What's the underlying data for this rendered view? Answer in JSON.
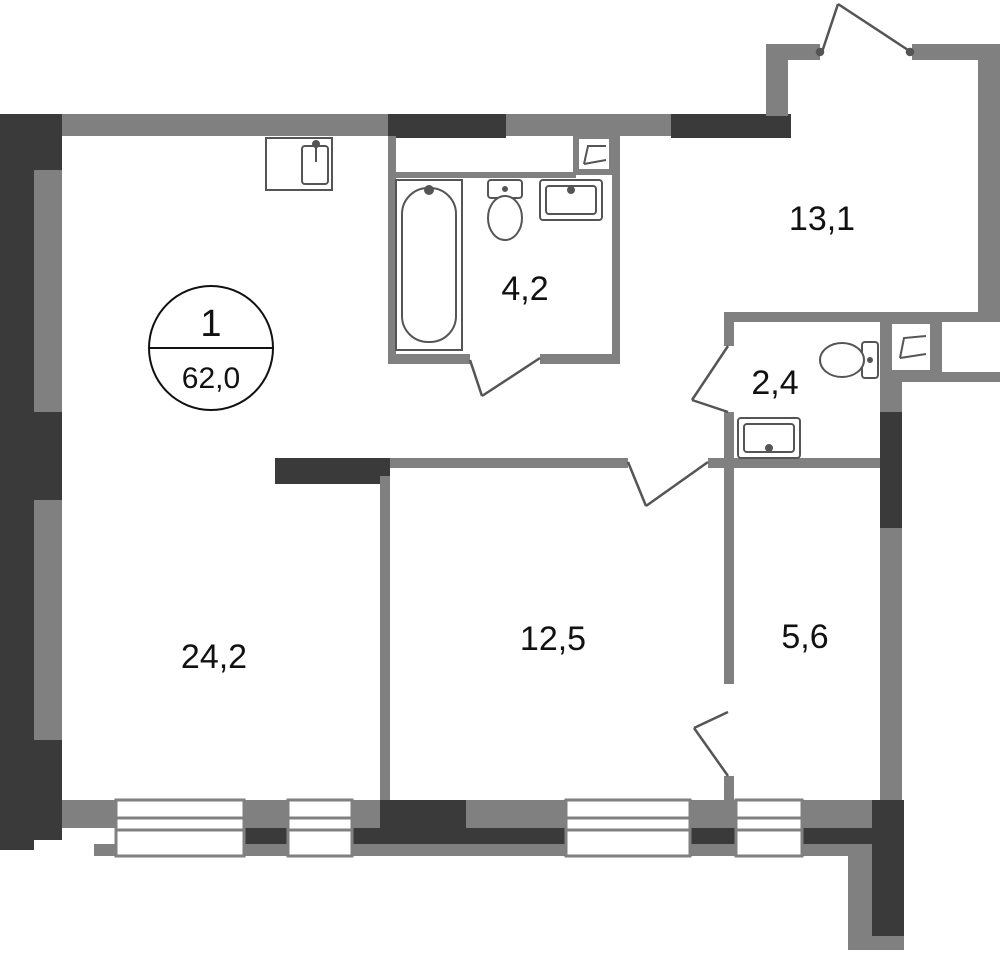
{
  "apartment": {
    "rooms_count": "1",
    "total_area": "62,0"
  },
  "rooms": {
    "living_room": "24,2",
    "bathroom": "4,2",
    "hallway": "13,1",
    "toilet": "2,4",
    "bedroom": "12,5",
    "storage": "5,6"
  },
  "colors": {
    "wall_dark": "#3a3a3a",
    "wall_light": "#808080",
    "fixture_line": "#555555"
  }
}
